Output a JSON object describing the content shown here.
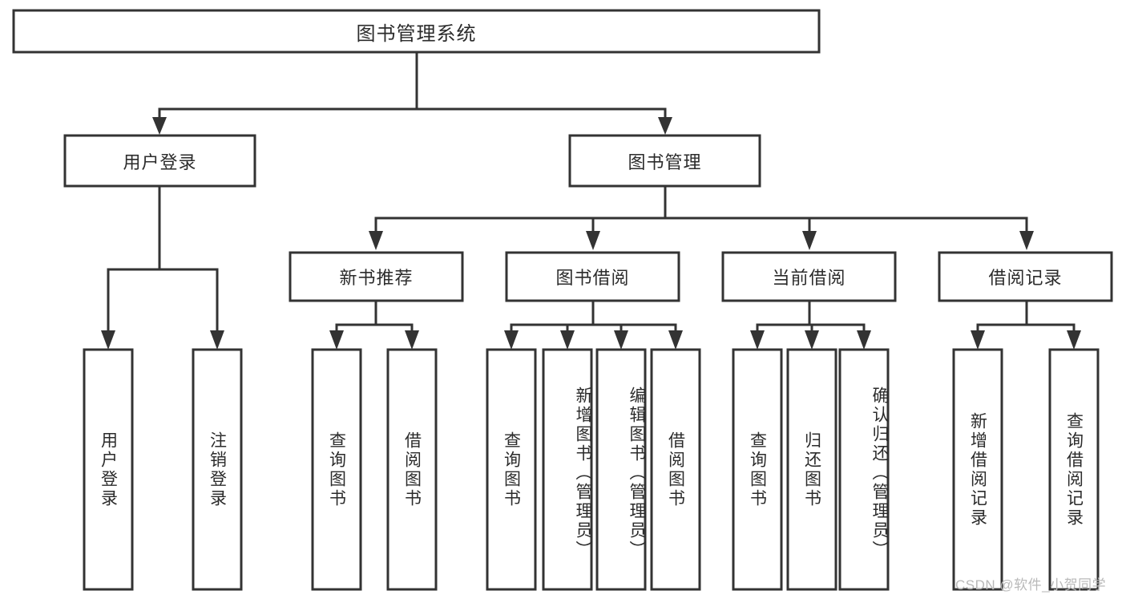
{
  "diagram": {
    "type": "tree-hierarchy-chart",
    "title": "图书管理系统",
    "orientation": "top-down",
    "colors": {
      "box_stroke": "#333333",
      "box_fill": "#ffffff",
      "text": "#2b2b2b",
      "background": "#ffffff",
      "watermark": "#b9b9b9"
    },
    "levels": [
      {
        "level": 1,
        "nodes": [
          {
            "id": "root",
            "label": "图书管理系统",
            "text_direction": "horizontal"
          }
        ]
      },
      {
        "level": 2,
        "nodes": [
          {
            "id": "login",
            "label": "用户登录",
            "text_direction": "horizontal",
            "parent": "root"
          },
          {
            "id": "bookmgmt",
            "label": "图书管理",
            "text_direction": "horizontal",
            "parent": "root"
          }
        ]
      },
      {
        "level": 3,
        "nodes": [
          {
            "id": "newbook",
            "label": "新书推荐",
            "text_direction": "horizontal",
            "parent": "bookmgmt"
          },
          {
            "id": "borrow",
            "label": "图书借阅",
            "text_direction": "horizontal",
            "parent": "bookmgmt"
          },
          {
            "id": "current",
            "label": "当前借阅",
            "text_direction": "horizontal",
            "parent": "bookmgmt"
          },
          {
            "id": "records",
            "label": "借阅记录",
            "text_direction": "horizontal",
            "parent": "bookmgmt"
          }
        ]
      },
      {
        "level": 4,
        "nodes": [
          {
            "id": "leaf1",
            "label": "用户登录",
            "text_direction": "vertical",
            "parent": "login"
          },
          {
            "id": "leaf2",
            "label": "注销登录",
            "text_direction": "vertical",
            "parent": "login"
          },
          {
            "id": "leaf3",
            "label": "查询图书",
            "text_direction": "vertical",
            "parent": "newbook"
          },
          {
            "id": "leaf4",
            "label": "借阅图书",
            "text_direction": "vertical",
            "parent": "newbook"
          },
          {
            "id": "leaf5",
            "label": "查询图书",
            "text_direction": "vertical",
            "parent": "borrow"
          },
          {
            "id": "leaf6",
            "label": "新增图书（管理员）",
            "text_direction": "vertical",
            "parent": "borrow"
          },
          {
            "id": "leaf7",
            "label": "编辑图书（管理员）",
            "text_direction": "vertical",
            "parent": "borrow"
          },
          {
            "id": "leaf8",
            "label": "借阅图书",
            "text_direction": "vertical",
            "parent": "borrow"
          },
          {
            "id": "leaf9",
            "label": "查询图书",
            "text_direction": "vertical",
            "parent": "current"
          },
          {
            "id": "leaf10",
            "label": "归还图书",
            "text_direction": "vertical",
            "parent": "current"
          },
          {
            "id": "leaf11",
            "label": "确认归还（管理员）",
            "text_direction": "vertical",
            "parent": "current"
          },
          {
            "id": "leaf12",
            "label": "新增借阅记录",
            "text_direction": "vertical",
            "parent": "records"
          },
          {
            "id": "leaf13",
            "label": "查询借阅记录",
            "text_direction": "vertical",
            "parent": "records"
          }
        ]
      }
    ]
  },
  "watermark": {
    "text": "CSDN @软件_小贺同学"
  }
}
